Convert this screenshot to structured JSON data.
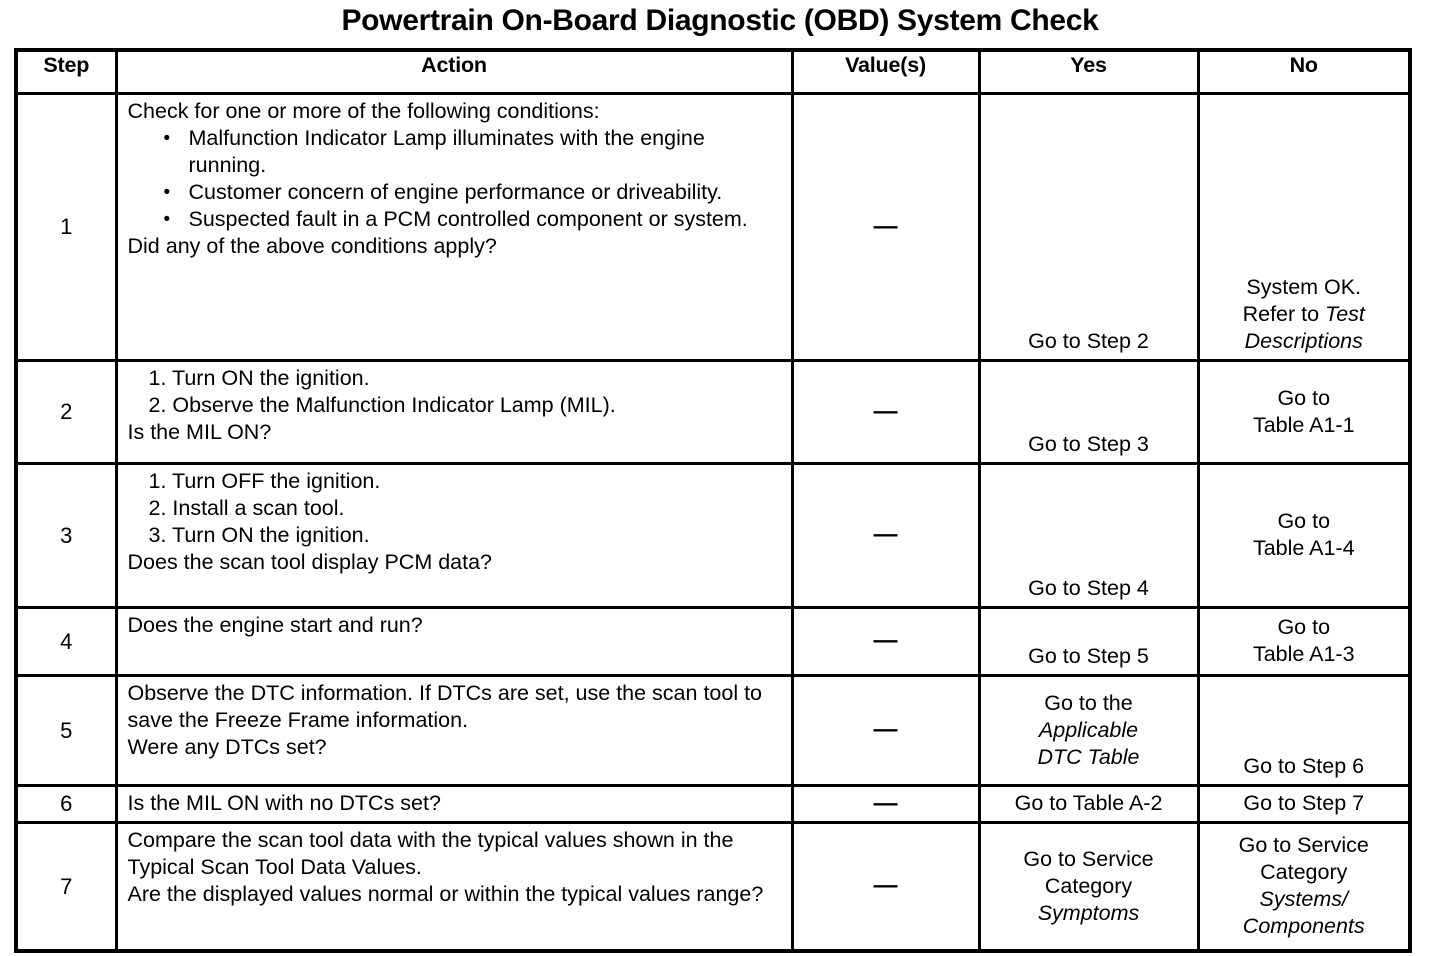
{
  "document": {
    "title": "Powertrain On-Board Diagnostic (OBD) System Check"
  },
  "table": {
    "headers": {
      "step": "Step",
      "action": "Action",
      "value": "Value(s)",
      "yes": "Yes",
      "no": "No"
    },
    "value_dash": "—",
    "rows": [
      {
        "step": "1",
        "action": {
          "lead": "Check for one or more of the following conditions:",
          "bullets": [
            "Malfunction Indicator Lamp illuminates with the engine running.",
            "Customer concern of engine performance or driveability.",
            "Suspected fault in a PCM controlled component or system."
          ],
          "bullet_glyph": "•",
          "tail": "Did any of the above conditions apply?"
        },
        "value": "—",
        "yes": {
          "lines": [
            "Go to Step 2"
          ],
          "italic_lines": []
        },
        "no": {
          "lines": [
            "System OK.",
            "Refer to Test",
            "Descriptions"
          ],
          "italic_lines": [],
          "mixed": [
            {
              "plain": "System OK.",
              "italic": ""
            },
            {
              "plain": "Refer to ",
              "italic": "Test"
            },
            {
              "plain": "",
              "italic": "Descriptions"
            }
          ]
        }
      },
      {
        "step": "2",
        "action": {
          "lead": "",
          "numbered": [
            "1. Turn ON the ignition.",
            "2. Observe the Malfunction Indicator Lamp (MIL)."
          ],
          "tail": "Is the MIL ON?"
        },
        "value": "—",
        "yes": {
          "lines": [
            "Go to Step 3"
          ]
        },
        "no": {
          "mixed": [
            {
              "plain": "Go to",
              "italic": ""
            },
            {
              "plain": "Table A1-1",
              "italic": ""
            }
          ]
        }
      },
      {
        "step": "3",
        "action": {
          "lead": "",
          "numbered": [
            "1. Turn OFF the ignition.",
            "2. Install a scan tool.",
            "3. Turn ON the ignition."
          ],
          "tail": "Does the scan tool display PCM data?"
        },
        "value": "—",
        "yes": {
          "lines": [
            "Go to Step 4"
          ]
        },
        "no": {
          "mixed": [
            {
              "plain": "Go to",
              "italic": ""
            },
            {
              "plain": "Table A1-4",
              "italic": ""
            }
          ]
        }
      },
      {
        "step": "4",
        "action": {
          "lead": "Does the engine start and run?",
          "numbered": [],
          "tail": ""
        },
        "value": "—",
        "yes": {
          "lines": [
            "Go to Step 5"
          ]
        },
        "no": {
          "mixed": [
            {
              "plain": "Go to",
              "italic": ""
            },
            {
              "plain": "Table A1-3",
              "italic": ""
            }
          ]
        }
      },
      {
        "step": "5",
        "action": {
          "lead": "Observe the DTC information. If DTCs are set, use the scan tool to save the Freeze Frame information.",
          "numbered": [],
          "tail": "Were any DTCs set?"
        },
        "value": "—",
        "yes": {
          "mixed": [
            {
              "plain": "Go to the",
              "italic": ""
            },
            {
              "plain": "",
              "italic": "Applicable"
            },
            {
              "plain": "",
              "italic": "DTC Table"
            }
          ]
        },
        "no": {
          "mixed": [
            {
              "plain": "Go to Step 6",
              "italic": ""
            }
          ]
        }
      },
      {
        "step": "6",
        "action": {
          "lead": "Is the MIL ON with no DTCs set?",
          "numbered": [],
          "tail": ""
        },
        "value": "—",
        "yes": {
          "mixed": [
            {
              "plain": "Go to Table A-2",
              "italic": ""
            }
          ]
        },
        "no": {
          "mixed": [
            {
              "plain": "Go to Step 7",
              "italic": ""
            }
          ]
        }
      },
      {
        "step": "7",
        "action": {
          "lead": "Compare the scan tool data with the typical values shown in the Typical Scan Tool Data Values.",
          "numbered": [],
          "tail": "Are the displayed values normal or within the typical values range?"
        },
        "value": "—",
        "yes": {
          "mixed": [
            {
              "plain": "Go to Service",
              "italic": ""
            },
            {
              "plain": "Category",
              "italic": ""
            },
            {
              "plain": "",
              "italic": "Symptoms"
            }
          ]
        },
        "no": {
          "mixed": [
            {
              "plain": "Go to Service",
              "italic": ""
            },
            {
              "plain": "Category",
              "italic": ""
            },
            {
              "plain": "",
              "italic": "Systems/"
            },
            {
              "plain": "",
              "italic": "Components"
            }
          ]
        }
      }
    ]
  }
}
